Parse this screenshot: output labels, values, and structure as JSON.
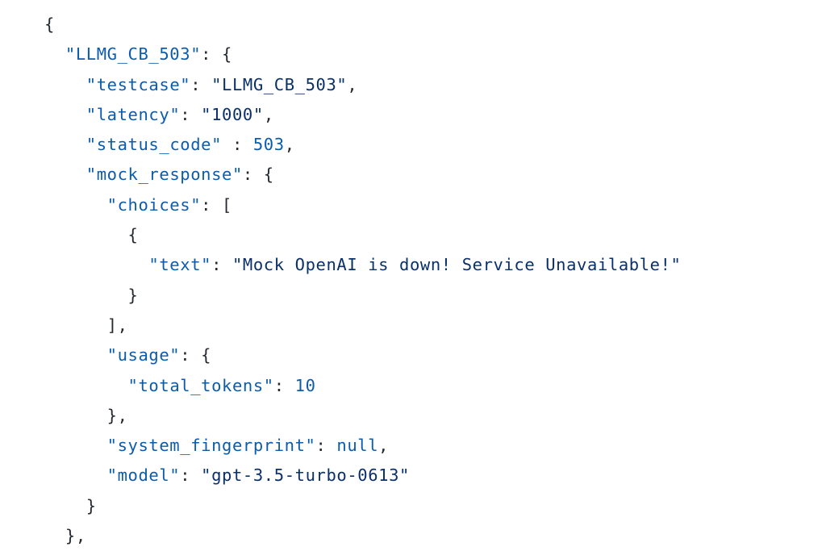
{
  "lines": [
    {
      "indent": 0,
      "parts": [
        [
          "p",
          "{"
        ]
      ]
    },
    {
      "indent": 1,
      "parts": [
        [
          "k",
          "\"LLMG_CB_503\""
        ],
        [
          "p",
          ": {"
        ]
      ]
    },
    {
      "indent": 2,
      "parts": [
        [
          "k",
          "\"testcase\""
        ],
        [
          "p",
          ": "
        ],
        [
          "s",
          "\"LLMG_CB_503\""
        ],
        [
          "p",
          ","
        ]
      ]
    },
    {
      "indent": 2,
      "parts": [
        [
          "k",
          "\"latency\""
        ],
        [
          "p",
          ": "
        ],
        [
          "s",
          "\"1000\""
        ],
        [
          "p",
          ","
        ]
      ]
    },
    {
      "indent": 2,
      "parts": [
        [
          "k",
          "\"status_code\""
        ],
        [
          "p",
          " : "
        ],
        [
          "n",
          "503"
        ],
        [
          "p",
          ","
        ]
      ]
    },
    {
      "indent": 2,
      "parts": [
        [
          "k",
          "\"mock_response\""
        ],
        [
          "p",
          ": {"
        ]
      ]
    },
    {
      "indent": 3,
      "parts": [
        [
          "k",
          "\"choices\""
        ],
        [
          "p",
          ": ["
        ]
      ]
    },
    {
      "indent": 4,
      "parts": [
        [
          "p",
          "{"
        ]
      ]
    },
    {
      "indent": 5,
      "parts": [
        [
          "k",
          "\"text\""
        ],
        [
          "p",
          ": "
        ],
        [
          "s",
          "\"Mock OpenAI is down! Service Unavailable!\""
        ]
      ]
    },
    {
      "indent": 4,
      "parts": [
        [
          "p",
          "}"
        ]
      ]
    },
    {
      "indent": 3,
      "parts": [
        [
          "p",
          "],"
        ]
      ]
    },
    {
      "indent": 3,
      "parts": [
        [
          "k",
          "\"usage\""
        ],
        [
          "p",
          ": {"
        ]
      ]
    },
    {
      "indent": 4,
      "parts": [
        [
          "k",
          "\"total_tokens\""
        ],
        [
          "p",
          ": "
        ],
        [
          "n",
          "10"
        ]
      ]
    },
    {
      "indent": 3,
      "parts": [
        [
          "p",
          "},"
        ]
      ]
    },
    {
      "indent": 3,
      "parts": [
        [
          "k",
          "\"system_fingerprint\""
        ],
        [
          "p",
          ": "
        ],
        [
          "n",
          "null"
        ],
        [
          "p",
          ","
        ]
      ]
    },
    {
      "indent": 3,
      "parts": [
        [
          "k",
          "\"model\""
        ],
        [
          "p",
          ": "
        ],
        [
          "s",
          "\"gpt-3.5-turbo-0613\""
        ]
      ]
    },
    {
      "indent": 2,
      "parts": [
        [
          "p",
          "}"
        ]
      ]
    },
    {
      "indent": 1,
      "parts": [
        [
          "p",
          "},"
        ]
      ]
    }
  ]
}
